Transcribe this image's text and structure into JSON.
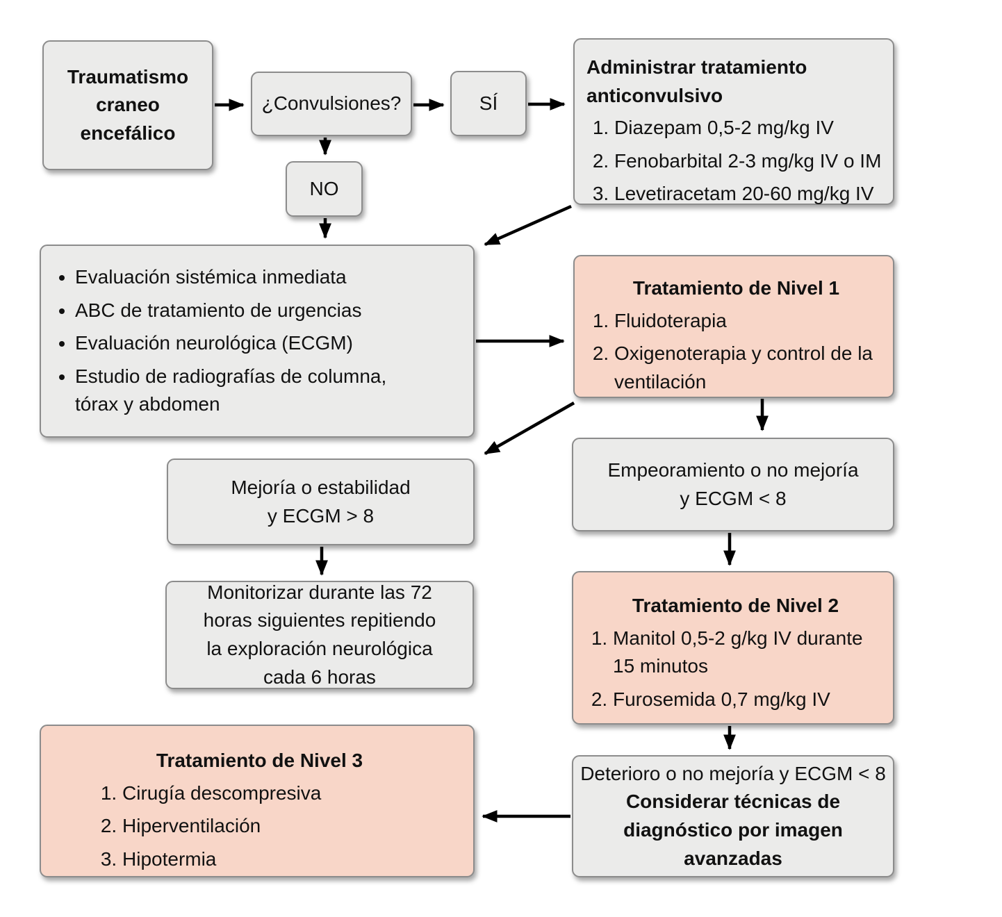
{
  "colors": {
    "node_fill_gray": "#ebebea",
    "node_fill_pink": "#f8d6c8",
    "node_border": "#8c8c8c",
    "arrow": "#000000",
    "text": "#111111"
  },
  "nodes": {
    "trauma": {
      "label": "Traumatismo craneo encefálico"
    },
    "convulsiones": {
      "label": "¿Convulsiones?"
    },
    "si": {
      "label": "SÍ"
    },
    "no": {
      "label": "NO"
    },
    "anticonvulsivo": {
      "title": "Administrar tratamiento anticonvulsivo",
      "items": [
        "Diazepam 0,5-2 mg/kg IV",
        "Fenobarbital 2-3 mg/kg IV o IM",
        "Levetiracetam 20-60 mg/kg IV"
      ]
    },
    "evaluacion": {
      "items": [
        "Evaluación sistémica inmediata",
        "ABC de tratamiento de urgencias",
        "Evaluación neurológica (ECGM)",
        "Estudio de radiografías de columna, tórax y abdomen"
      ]
    },
    "nivel1": {
      "title": "Tratamiento de Nivel 1",
      "items": [
        "Fluidoterapia",
        "Oxigenoterapia y control de la ventilación"
      ]
    },
    "mejoria": {
      "lines": [
        "Mejoría o estabilidad",
        "y ECGM > 8"
      ]
    },
    "empeoramiento": {
      "lines": [
        "Empeoramiento o no mejoría",
        "y ECGM < 8"
      ]
    },
    "monitorizar": {
      "lines": [
        "Monitorizar durante las 72",
        "horas siguientes repitiendo",
        "la exploración neurológica",
        "cada 6 horas"
      ]
    },
    "nivel2": {
      "title": "Tratamiento de Nivel 2",
      "items": [
        "Manitol 0,5-2 g/kg IV durante 15 minutos",
        "Furosemida 0,7 mg/kg IV"
      ]
    },
    "deterioro": {
      "line1": "Deterioro o no mejoría y ECGM < 8",
      "bold_lines": [
        "Considerar técnicas de",
        "diagnóstico por imagen",
        "avanzadas"
      ]
    },
    "nivel3": {
      "title": "Tratamiento de Nivel 3",
      "items": [
        "Cirugía descompresiva",
        "Hiperventilación",
        "Hipotermia"
      ]
    }
  }
}
